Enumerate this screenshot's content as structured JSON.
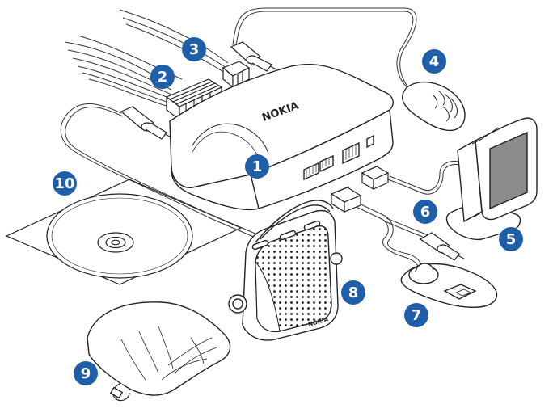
{
  "brand": {
    "logo_text": "NOKIA",
    "speaker_logo_text": "NOKIA"
  },
  "colors": {
    "callout_fill": "#1f5ea8",
    "callout_text": "#ffffff",
    "line_art": "#222222",
    "screen_fill": "#8c8c8c"
  },
  "parts": [
    {
      "number": "1",
      "icon": "handsfree-unit-icon"
    },
    {
      "number": "2",
      "icon": "power-cable-connector-icon"
    },
    {
      "number": "3",
      "icon": "mute-cable-connector-icon"
    },
    {
      "number": "4",
      "icon": "microphone-icon"
    },
    {
      "number": "5",
      "icon": "display-unit-icon"
    },
    {
      "number": "6",
      "icon": "display-cable-icon"
    },
    {
      "number": "7",
      "icon": "remote-controller-icon"
    },
    {
      "number": "8",
      "icon": "speaker-icon"
    },
    {
      "number": "9",
      "icon": "pouch-icon"
    },
    {
      "number": "10",
      "icon": "cd-rom-icon"
    }
  ]
}
